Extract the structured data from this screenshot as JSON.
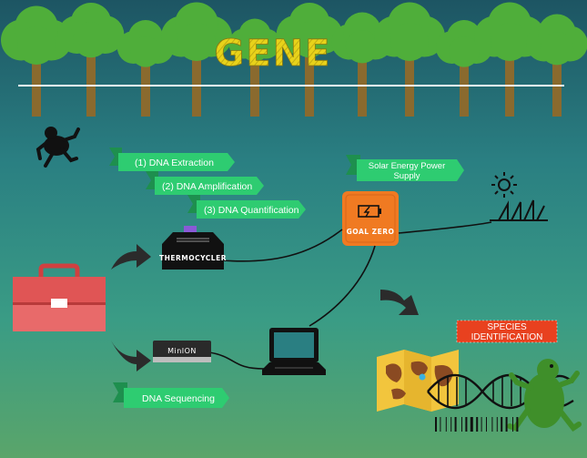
{
  "title": "GENE",
  "steps": {
    "extraction": "(1) DNA Extraction",
    "amplification": "(2) DNA Amplification",
    "quantification": "(3) DNA Quantification",
    "sequencing": "DNA Sequencing"
  },
  "devices": {
    "thermocycler": "THERMOCYCLER",
    "minion": "MinION",
    "goal_zero": "GOAL ZERO"
  },
  "solar": {
    "line1": "Solar Energy Power",
    "line2": "Supply"
  },
  "species": {
    "line1": "SPECIES",
    "line2": "IDENTIFICATION"
  },
  "colors": {
    "ribbon": "#2ecc71",
    "ribbon_dark": "#1e8f4e",
    "toolbox": "#e05555",
    "goal_zero": "#f07a22",
    "species_banner": "#e8411f",
    "title_yellow": "#e8d21a",
    "tree_leaf": "#4fae3a",
    "tree_trunk": "#8a6a2e"
  }
}
